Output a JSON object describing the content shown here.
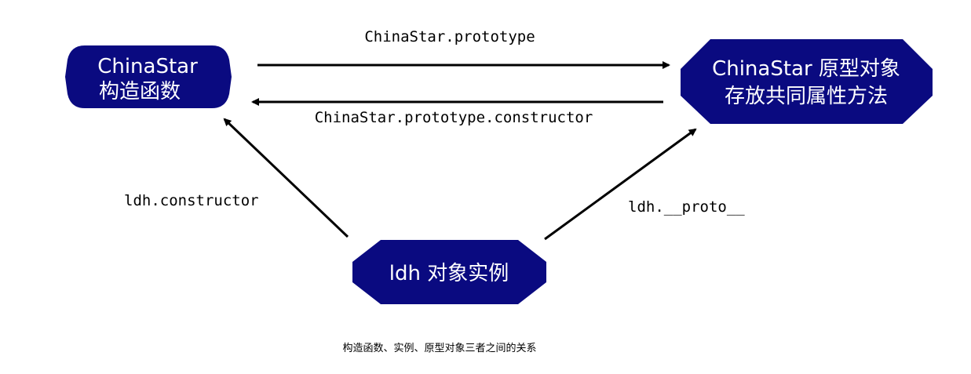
{
  "nodes": {
    "constructor_fn": {
      "line1": "ChinaStar",
      "line2": "构造函数"
    },
    "prototype_obj": {
      "line1": "ChinaStar 原型对象",
      "line2": "存放共同属性方法"
    },
    "instance": {
      "label": "ldh 对象实例"
    }
  },
  "edges": {
    "to_prototype": "ChinaStar.prototype",
    "to_constructor": "ChinaStar.prototype.constructor",
    "instance_constructor": "ldh.constructor",
    "instance_proto": "ldh.__proto__"
  },
  "caption": "构造函数、实例、原型对象三者之间的关系",
  "colors": {
    "node_fill": "#0a0a80",
    "node_text": "#ffffff",
    "line": "#000000"
  }
}
